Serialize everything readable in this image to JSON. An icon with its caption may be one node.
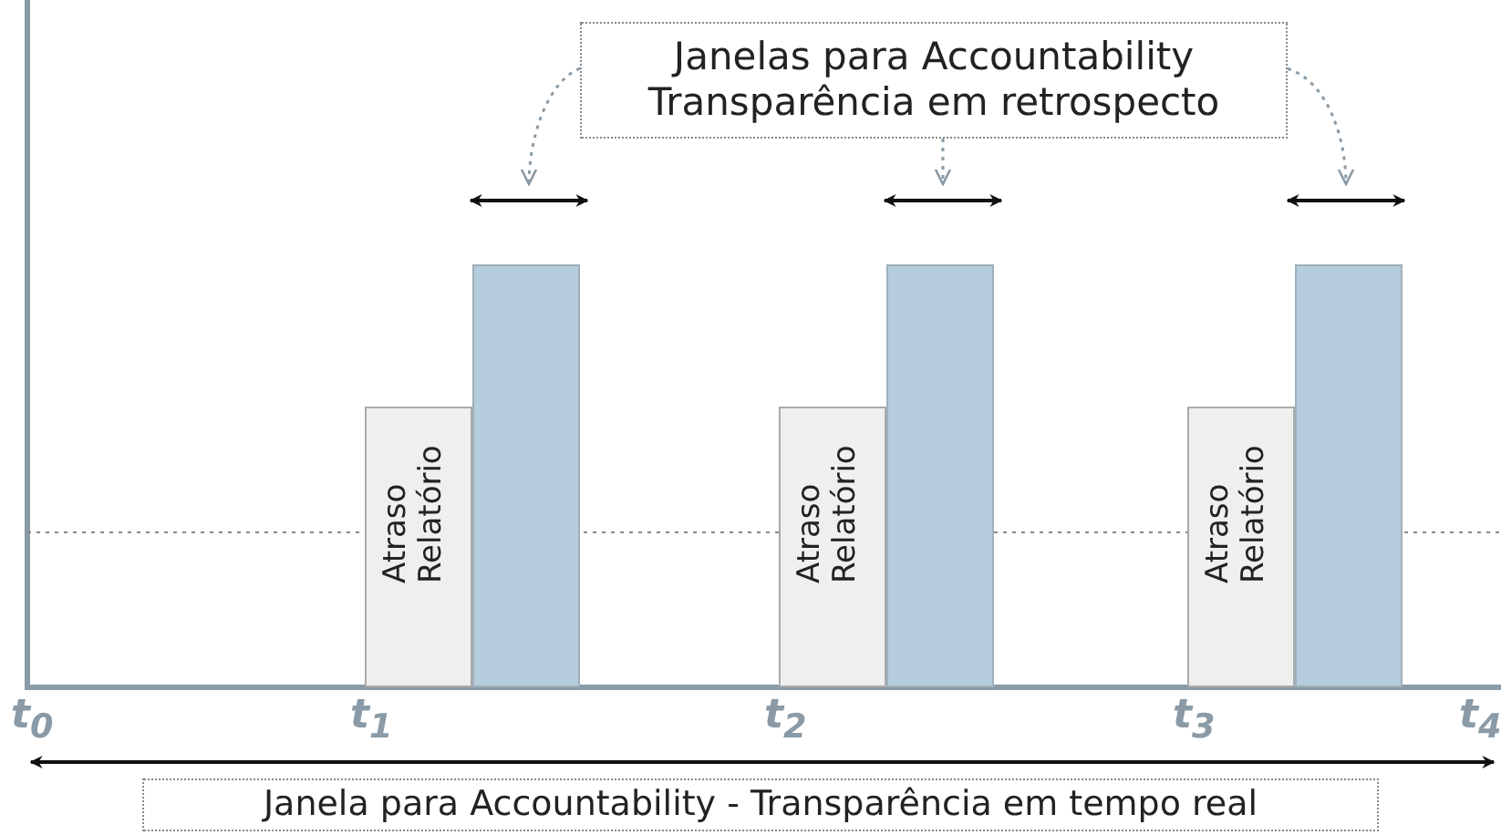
{
  "diagram": {
    "nodes": [
      {
        "text": [
          "Janelas para Accountability Transparência em retrospecto"
        ]
      },
      {
        "text": [],
        "shape": "arrow"
      },
      {
        "text": [],
        "shape": "arrow"
      },
      {
        "text": [],
        "shape": "arrow"
      },
      {
        "text": [
          "Atraso Relatório"
        ]
      },
      {
        "text": [],
        "shape": "bar"
      },
      {
        "text": [
          "Atraso Relatório"
        ]
      },
      {
        "text": [],
        "shape": "bar"
      },
      {
        "text": [
          "Atraso Relatório"
        ]
      },
      {
        "text": [],
        "shape": "bar"
      }
    ],
    "edges": [
      {
        "from": 0,
        "to": 1,
        "arrow": "to",
        "style": "dashed"
      },
      {
        "from": 0,
        "to": 2,
        "arrow": "to",
        "style": "dashed"
      },
      {
        "from": 0,
        "to": 3,
        "arrow": "to",
        "style": "dashed"
      }
    ],
    "labels": [
      "t$_{0}$",
      "t$_{1}$",
      "t$_{2}$",
      "t$_{3}$",
      "t$_{4}$",
      "Janela para Accountability - Transparência em tempo real"
    ]
  }
}
